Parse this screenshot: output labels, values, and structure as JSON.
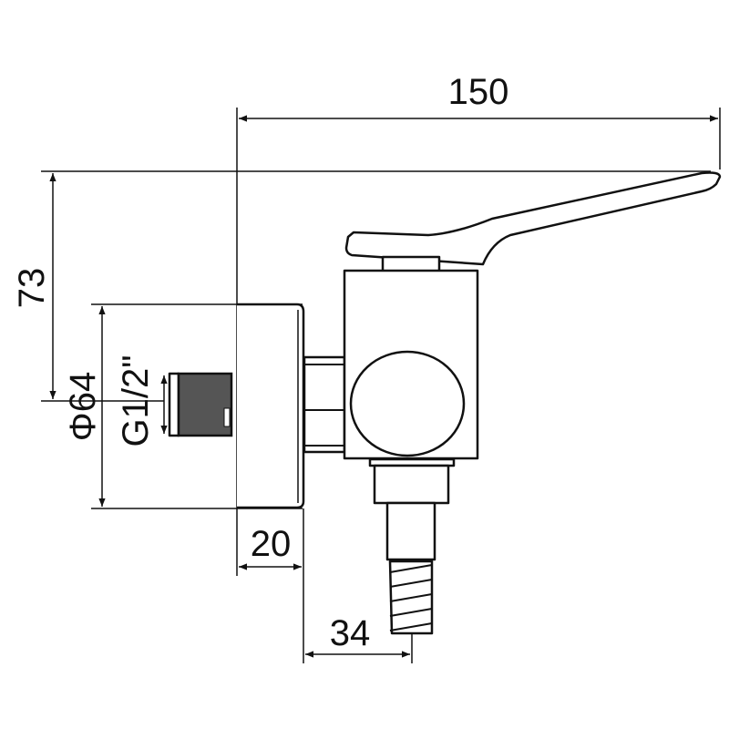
{
  "title": "Wall-mounted single lever faucet dimension drawing",
  "dimensions": {
    "overall_length": "150",
    "height": "73",
    "plate_diameter": "Φ64",
    "thread": "G1/2\"",
    "plate_depth": "20",
    "outlet_offset": "34"
  },
  "colors": {
    "line": "#111111",
    "thread_fill": "#555555"
  }
}
